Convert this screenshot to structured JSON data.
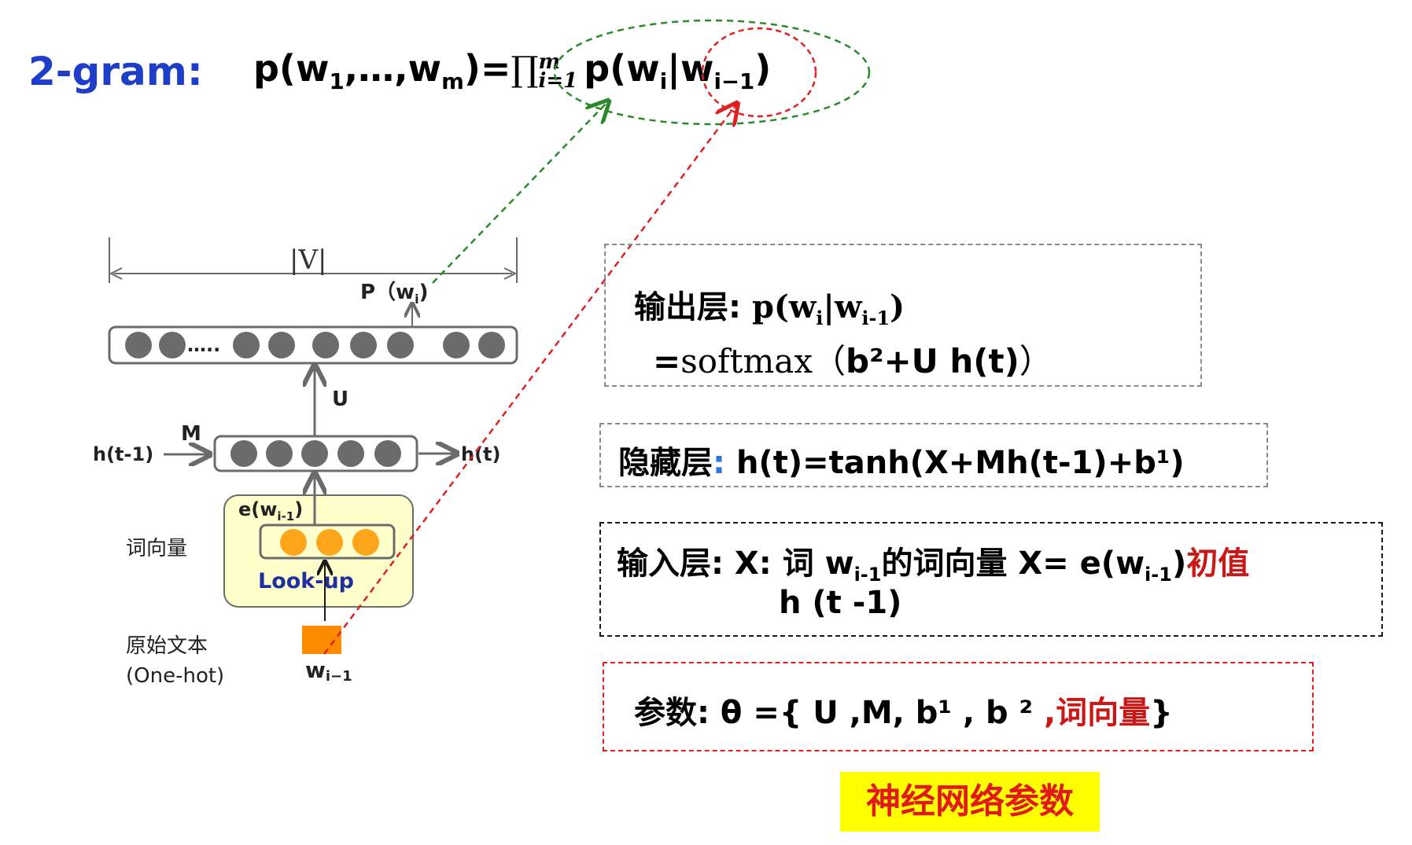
{
  "title": {
    "label": "2-gram:",
    "formula_lhs": "p(w",
    "formula_sub1": "1",
    "formula_mid": ",…,w",
    "formula_subm": "m",
    "formula_eq": ")=",
    "formula_prod": "∏",
    "formula_upper": "m",
    "formula_lower": "i=1",
    "formula_p": "p(w",
    "formula_subi": "i",
    "formula_bar": "|w",
    "formula_subim1": "i−1",
    "formula_close": ")"
  },
  "diagram": {
    "vocab_label": "|V|",
    "p_wi": "P（w",
    "p_wi_sub": "i",
    "p_wi_close": ")",
    "ellipsis": "…..",
    "u_label": "U",
    "m_label": "M",
    "h_prev": "h(t-1)",
    "h_t": "h(t)",
    "e_label": "e(w",
    "e_sub": "i-1",
    "e_close": ")",
    "lookup": "Look-up",
    "word_vec_label": "词向量",
    "raw_text": "原始文本",
    "one_hot": "(One-hot)",
    "w_in": "w",
    "w_in_sub": "i−1",
    "colors": {
      "node": "#6b6b6b",
      "embed": "#ffa51c",
      "onehot": "#ff8c00",
      "lookup_bg": "#ffffcc",
      "lookup_text": "#1f2fa0",
      "green_arrow": "#2a8a2a",
      "red_arrow": "#e02020"
    }
  },
  "output_layer": {
    "label": "输出层",
    "colon": ":",
    "expr1": "p(w",
    "sub_i": "i",
    "bar": "|w",
    "sub_im1": "i-1",
    "close": ")",
    "line2_eq": "=",
    "line2_softmax": "softmax（",
    "line2_expr": "b²+U h(t)",
    "line2_close": "）"
  },
  "hidden_layer": {
    "label": "隐藏层",
    "colon": ":",
    "expr": "h(t)=tanh(X+Mh(t-1)+b¹)"
  },
  "input_layer": {
    "label": "输入层:",
    "expr_a": " X: 词 w",
    "sub_a": "i-1",
    "expr_b": "的词向量 X= e(w",
    "sub_b": "i-1",
    "expr_c": ")",
    "init": "初值",
    "line2": "h (t -1)"
  },
  "params": {
    "label": "参数:",
    "expr": " θ ={ U ,M, b¹ , b ² ",
    "red": ",词向量",
    "close": "}"
  },
  "badge": {
    "text": "神经网络参数"
  }
}
